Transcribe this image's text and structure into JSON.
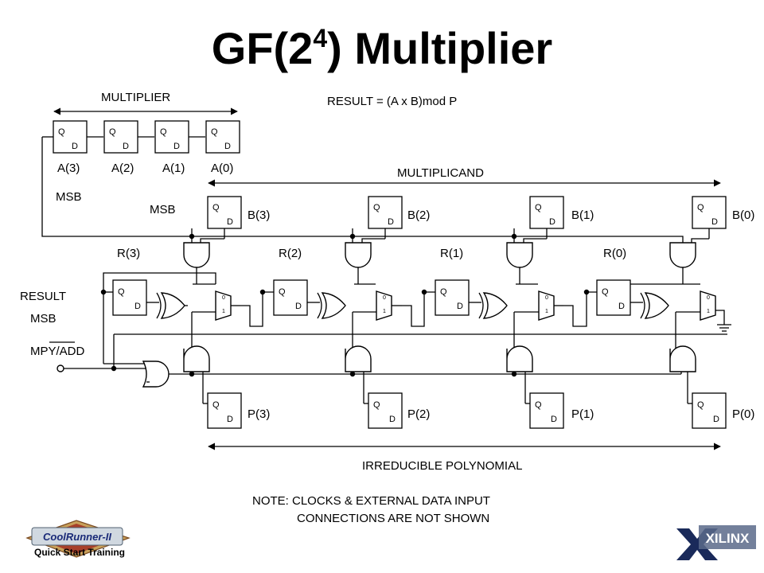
{
  "title": {
    "main": "GF(2",
    "sup": "4",
    "tail": ") Multiplier"
  },
  "labels": {
    "multiplier": "MULTIPLIER",
    "result_eq": "RESULT = (A x B)mod P",
    "multiplicand": "MULTIPLICAND",
    "msb": "MSB",
    "result": "RESULT",
    "mpy_add": "MPY/ADD",
    "irreducible": "IRREDUCIBLE POLYNOMIAL",
    "note_line1": "NOTE: CLOCKS & EXTERNAL DATA INPUT",
    "note_line2": "CONNECTIONS ARE NOT SHOWN"
  },
  "a_regs": [
    "A(3)",
    "A(2)",
    "A(1)",
    "A(0)"
  ],
  "b_regs": [
    "B(3)",
    "B(2)",
    "B(1)",
    "B(0)"
  ],
  "p_regs": [
    "P(3)",
    "P(2)",
    "P(1)",
    "P(0)"
  ],
  "r_regs": [
    "R(3)",
    "R(2)",
    "R(1)",
    "R(0)"
  ],
  "ff_pins": {
    "q": "Q",
    "d": "D"
  },
  "mux_pins": {
    "zero": "0",
    "one": "1"
  },
  "footer": {
    "brand": "CoolRunner-II",
    "caption": "Quick Start Training",
    "vendor": "XILINX"
  }
}
